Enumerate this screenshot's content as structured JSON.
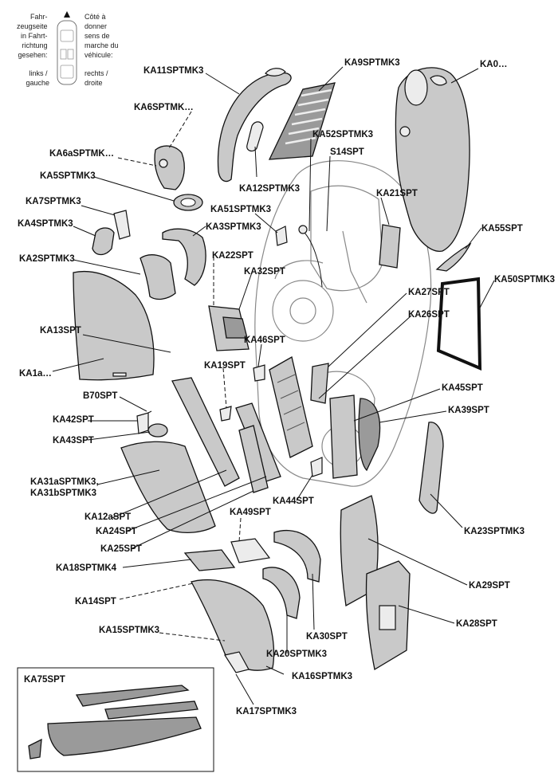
{
  "orientation": {
    "left_text": [
      "Fahr-",
      "zeugseite",
      "in Fahrt-",
      "richtung",
      "gesehen:",
      "",
      "links /",
      "gauche"
    ],
    "right_text": [
      "Côté à",
      "donner",
      "sens de",
      "marche du",
      "véhicule:",
      "",
      "rechts /",
      "droite"
    ]
  },
  "parts": {
    "KA11SPTMK3": "KA11SPTMK3",
    "KA9SPTMK3": "KA9SPTMK3",
    "KA0": "KA0…",
    "KA6SPTMK": "KA6SPTMK…",
    "KA6aSPTMK": "KA6aSPTMK…",
    "KA52SPTMK3": "KA52SPTMK3",
    "S14SPT": "S14SPT",
    "KA12SPTMK3": "KA12SPTMK3",
    "KA5SPTMK3": "KA5SPTMK3",
    "KA21SPT": "KA21SPT",
    "KA7SPTMK3": "KA7SPTMK3",
    "KA51SPTMK3": "KA51SPTMK3",
    "KA4SPTMK3": "KA4SPTMK3",
    "KA3SPTMK3": "KA3SPTMK3",
    "KA55SPT": "KA55SPT",
    "KA2SPTMK3": "KA2SPTMK3",
    "KA22SPT": "KA22SPT",
    "KA32SPT": "KA32SPT",
    "KA50SPTMK3": "KA50SPTMK3",
    "KA27SPT": "KA27SPT",
    "KA26SPT": "KA26SPT",
    "KA13SPT": "KA13SPT",
    "KA46SPT": "KA46SPT",
    "KA1a": "KA1a…",
    "KA19SPT": "KA19SPT",
    "KA45SPT": "KA45SPT",
    "B70SPT": "B70SPT",
    "KA39SPT": "KA39SPT",
    "KA42SPT": "KA42SPT",
    "KA43SPT": "KA43SPT",
    "KA31a_line1": "KA31aSPTMK3,",
    "KA31a_line2": "KA31bSPTMK3",
    "KA44SPT": "KA44SPT",
    "KA12aSPT": "KA12aSPT",
    "KA49SPT": "KA49SPT",
    "KA24SPT": "KA24SPT",
    "KA23SPTMK3": "KA23SPTMK3",
    "KA25SPT": "KA25SPT",
    "KA18SPTMK4": "KA18SPTMK4",
    "KA29SPT": "KA29SPT",
    "KA14SPT": "KA14SPT",
    "KA28SPT": "KA28SPT",
    "KA30SPT": "KA30SPT",
    "KA15SPTMK3": "KA15SPTMK3",
    "KA20SPTMK3": "KA20SPTMK3",
    "KA16SPTMK3": "KA16SPTMK3",
    "KA17SPTMK3": "KA17SPTMK3"
  },
  "inset": {
    "label": "KA75SPT"
  }
}
